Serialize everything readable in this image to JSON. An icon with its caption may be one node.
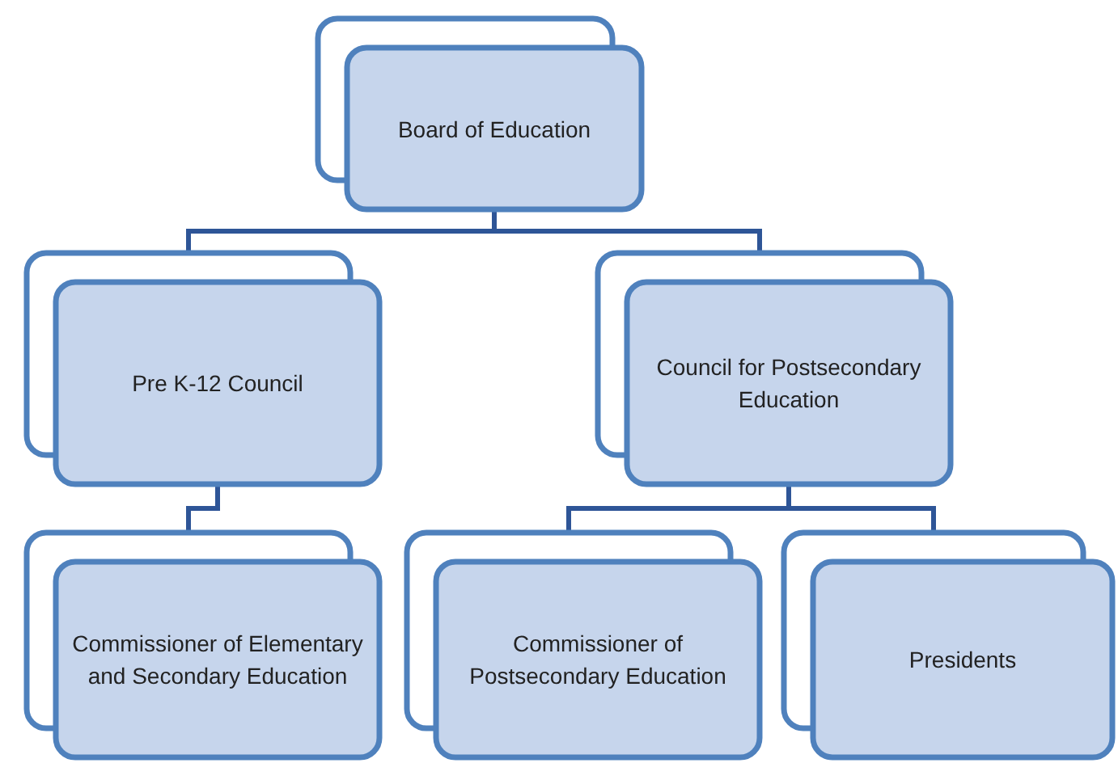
{
  "diagram": {
    "nodes": [
      {
        "text": [
          "Board of Education"
        ]
      },
      {
        "text": [
          "Pre K-12 Council"
        ]
      },
      {
        "text": [
          "Council for Postsecondary Education"
        ]
      },
      {
        "text": [
          "Commissioner of Elementary and Secondary Education"
        ]
      },
      {
        "text": [
          "Commissioner of Postsecondary Education"
        ]
      },
      {
        "text": [
          "Presidents"
        ]
      }
    ],
    "edges": [
      {
        "from": 0,
        "to": 1,
        "arrow": "none"
      },
      {
        "from": 0,
        "to": 2,
        "arrow": "none"
      },
      {
        "from": 1,
        "to": 3,
        "arrow": "none"
      },
      {
        "from": 2,
        "to": 4,
        "arrow": "none"
      },
      {
        "from": 2,
        "to": 5,
        "arrow": "none"
      }
    ]
  }
}
